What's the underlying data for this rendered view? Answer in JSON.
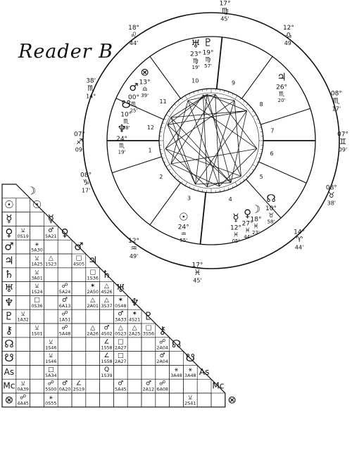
{
  "title": "Reader  B",
  "wheel": {
    "cusps": [
      {
        "deg": "17°",
        "sign": "♍",
        "min": "45'"
      },
      {
        "deg": "12°",
        "sign": "♎",
        "min": "49'"
      },
      {
        "deg": "08°",
        "sign": "♏",
        "min": "17'"
      },
      {
        "deg": "07°",
        "sign": "♊",
        "min": "09'"
      },
      {
        "deg": "08°",
        "sign": "♉",
        "min": "38'"
      },
      {
        "deg": "14°",
        "sign": "♈",
        "min": "44'"
      },
      {
        "deg": "17°",
        "sign": "♓",
        "min": "45'"
      },
      {
        "deg": "12°",
        "sign": "♒",
        "min": "49'"
      },
      {
        "deg": "08°",
        "sign": "♑",
        "min": "17'"
      },
      {
        "deg": "07°",
        "sign": "♐",
        "min": "09'"
      },
      {
        "deg": "38'",
        "sign": "♏",
        "min": "14°"
      },
      {
        "deg": "18°",
        "sign": "♌",
        "min": "44'"
      }
    ],
    "planets": [
      {
        "glyph": "⊗",
        "deg": "13°",
        "sign": "♎",
        "min": "39'"
      },
      {
        "glyph": "♅",
        "deg": "23°",
        "sign": "♍",
        "min": "19'"
      },
      {
        "glyph": "♇",
        "deg": "19°",
        "sign": "♍",
        "min": "57'"
      },
      {
        "glyph": "♃",
        "deg": "26°",
        "sign": "♏",
        "min": "20'"
      },
      {
        "glyph": "♂",
        "deg": "00°",
        "sign": "♏",
        "min": "25'"
      },
      {
        "glyph": "☋",
        "deg": "10°",
        "sign": "♏",
        "min": "58'"
      },
      {
        "glyph": "♆",
        "deg": "24°",
        "sign": "♏",
        "min": "19'"
      },
      {
        "glyph": "☊",
        "deg": "10°",
        "sign": "♉",
        "min": "58'"
      },
      {
        "glyph": "♀",
        "deg": "27°",
        "sign": "♓",
        "min": "44'"
      },
      {
        "glyph": "☽",
        "deg": "18°",
        "sign": "♓",
        "min": "23'"
      },
      {
        "glyph": "☉",
        "deg": "24°",
        "sign": "♒",
        "min": "55'"
      },
      {
        "glyph": "☿",
        "deg": "12°",
        "sign": "♓",
        "min": "05'"
      }
    ],
    "house_numbers": [
      "1",
      "2",
      "3",
      "4",
      "5",
      "6",
      "7",
      "8",
      "9",
      "10",
      "11",
      "12"
    ],
    "colors": {
      "ink": "#111111",
      "paper": "#ffffff"
    }
  },
  "grid": {
    "rows": [
      "☉",
      "☿",
      "♀",
      "♂",
      "♃",
      "♄",
      "♅",
      "♆",
      "♇",
      "⚷",
      "☊",
      "☋",
      "As",
      "Mc",
      "⊗"
    ],
    "top_glyph": "☽",
    "diag": [
      "☉",
      "☿",
      "♀",
      "♂",
      "♃",
      "♄",
      "♅",
      "♆",
      "♇",
      "⚷",
      "☊",
      "☋",
      "As",
      "Mc",
      "⊗"
    ],
    "cells": [
      {
        "r": 2,
        "c": 0,
        "sym": "⚺",
        "txt": "0S19"
      },
      {
        "r": 2,
        "c": 2,
        "sym": "♂",
        "txt": "5A21"
      },
      {
        "r": 3,
        "c": 1,
        "sym": "⚹",
        "txt": "5A30"
      },
      {
        "r": 4,
        "c": 1,
        "sym": "⚺",
        "txt": "1A25"
      },
      {
        "r": 4,
        "c": 2,
        "sym": "△",
        "txt": "1S23"
      },
      {
        "r": 4,
        "c": 4,
        "sym": "□",
        "txt": "4S05"
      },
      {
        "r": 5,
        "c": 1,
        "sym": "⚺",
        "txt": "3A01"
      },
      {
        "r": 5,
        "c": 5,
        "sym": "□",
        "txt": "1S36"
      },
      {
        "r": 6,
        "c": 1,
        "sym": "⚺",
        "txt": "1S24"
      },
      {
        "r": 6,
        "c": 3,
        "sym": "☍",
        "txt": "5A24"
      },
      {
        "r": 6,
        "c": 5,
        "sym": "✶",
        "txt": "2A50"
      },
      {
        "r": 6,
        "c": 6,
        "sym": "△",
        "txt": "4S26"
      },
      {
        "r": 7,
        "c": 1,
        "sym": "□",
        "txt": "0S36"
      },
      {
        "r": 7,
        "c": 3,
        "sym": "♂",
        "txt": "6A13"
      },
      {
        "r": 7,
        "c": 5,
        "sym": "△",
        "txt": "2A01"
      },
      {
        "r": 7,
        "c": 6,
        "sym": "△",
        "txt": "3S37"
      },
      {
        "r": 7,
        "c": 7,
        "sym": "✶",
        "txt": "0S48"
      },
      {
        "r": 8,
        "c": 0,
        "sym": "⚺",
        "txt": "1A32"
      },
      {
        "r": 8,
        "c": 3,
        "sym": "☍",
        "txt": "1A51"
      },
      {
        "r": 8,
        "c": 7,
        "sym": "♂",
        "txt": "3A33"
      },
      {
        "r": 8,
        "c": 8,
        "sym": "✶",
        "txt": "4S21"
      },
      {
        "r": 9,
        "c": 1,
        "sym": "⚺",
        "txt": "1S01"
      },
      {
        "r": 9,
        "c": 3,
        "sym": "☍",
        "txt": "5A48"
      },
      {
        "r": 9,
        "c": 5,
        "sym": "△",
        "txt": "2A26"
      },
      {
        "r": 9,
        "c": 6,
        "sym": "♂",
        "txt": "4S02"
      },
      {
        "r": 9,
        "c": 7,
        "sym": "△",
        "txt": "0S23"
      },
      {
        "r": 9,
        "c": 8,
        "sym": "△",
        "txt": "2A25"
      },
      {
        "r": 9,
        "c": 9,
        "sym": "□",
        "txt": "3S56"
      },
      {
        "r": 10,
        "c": 2,
        "sym": "⚺",
        "txt": "1S46"
      },
      {
        "r": 10,
        "c": 6,
        "sym": "∠",
        "txt": "1S58"
      },
      {
        "r": 10,
        "c": 7,
        "sym": "□",
        "txt": "2A27"
      },
      {
        "r": 10,
        "c": 10,
        "sym": "☍",
        "txt": "2A04"
      },
      {
        "r": 11,
        "c": 2,
        "sym": "⚺",
        "txt": "1S46"
      },
      {
        "r": 11,
        "c": 6,
        "sym": "∠",
        "txt": "1S58"
      },
      {
        "r": 11,
        "c": 7,
        "sym": "□",
        "txt": "2A27"
      },
      {
        "r": 11,
        "c": 10,
        "sym": "♂",
        "txt": "2A04"
      },
      {
        "r": 12,
        "c": 2,
        "sym": "□",
        "txt": "5A34"
      },
      {
        "r": 12,
        "c": 6,
        "sym": "Q",
        "txt": "1S39"
      },
      {
        "r": 12,
        "c": 11,
        "sym": "⚹",
        "txt": "3A48"
      },
      {
        "r": 12,
        "c": 12,
        "sym": "⚹",
        "txt": "3A48"
      },
      {
        "r": 13,
        "c": 0,
        "sym": "⚺",
        "txt": "0A39"
      },
      {
        "r": 13,
        "c": 2,
        "sym": "☍",
        "txt": "5S00"
      },
      {
        "r": 13,
        "c": 3,
        "sym": "♂",
        "txt": "0A20"
      },
      {
        "r": 13,
        "c": 4,
        "sym": "∠",
        "txt": "2S19"
      },
      {
        "r": 13,
        "c": 7,
        "sym": "♂",
        "txt": "5A45"
      },
      {
        "r": 13,
        "c": 9,
        "sym": "♂",
        "txt": "2A12"
      },
      {
        "r": 13,
        "c": 10,
        "sym": "☍",
        "txt": "6A08"
      },
      {
        "r": 14,
        "c": 0,
        "sym": "☍",
        "txt": "4A45"
      },
      {
        "r": 14,
        "c": 2,
        "sym": "⚹",
        "txt": "0S55"
      },
      {
        "r": 14,
        "c": 12,
        "sym": "⚺",
        "txt": "2S41"
      }
    ]
  }
}
